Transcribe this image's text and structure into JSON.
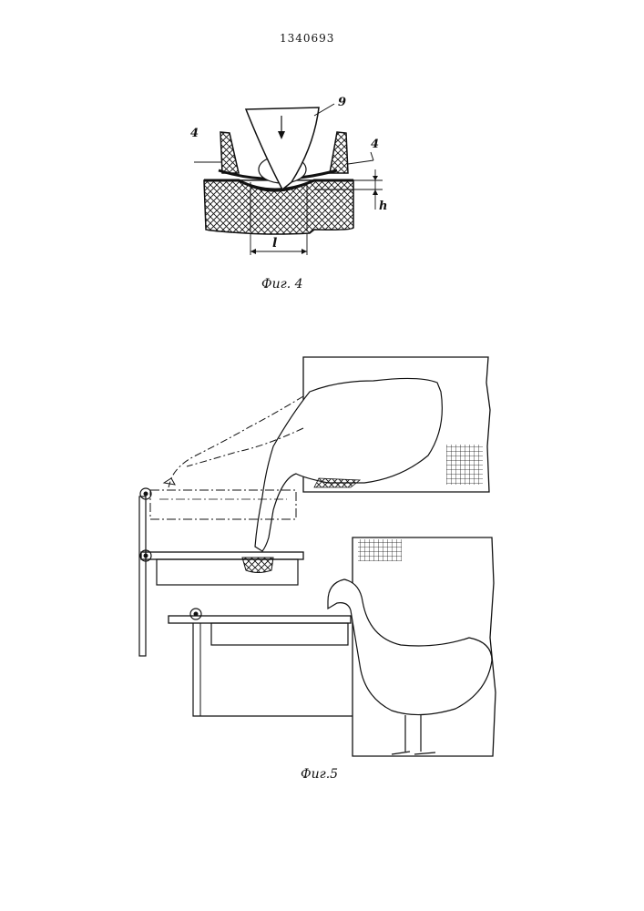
{
  "document": {
    "patent_number": "1340693"
  },
  "figure4": {
    "caption": "Фиг. 4",
    "labels": {
      "punch": "9",
      "clamp_left": "4",
      "clamp_right": "4",
      "depth": "h",
      "length": "l"
    }
  },
  "figure5": {
    "caption": "Фиг.5"
  },
  "colors": {
    "ink": "#111111",
    "paper": "#ffffff"
  }
}
